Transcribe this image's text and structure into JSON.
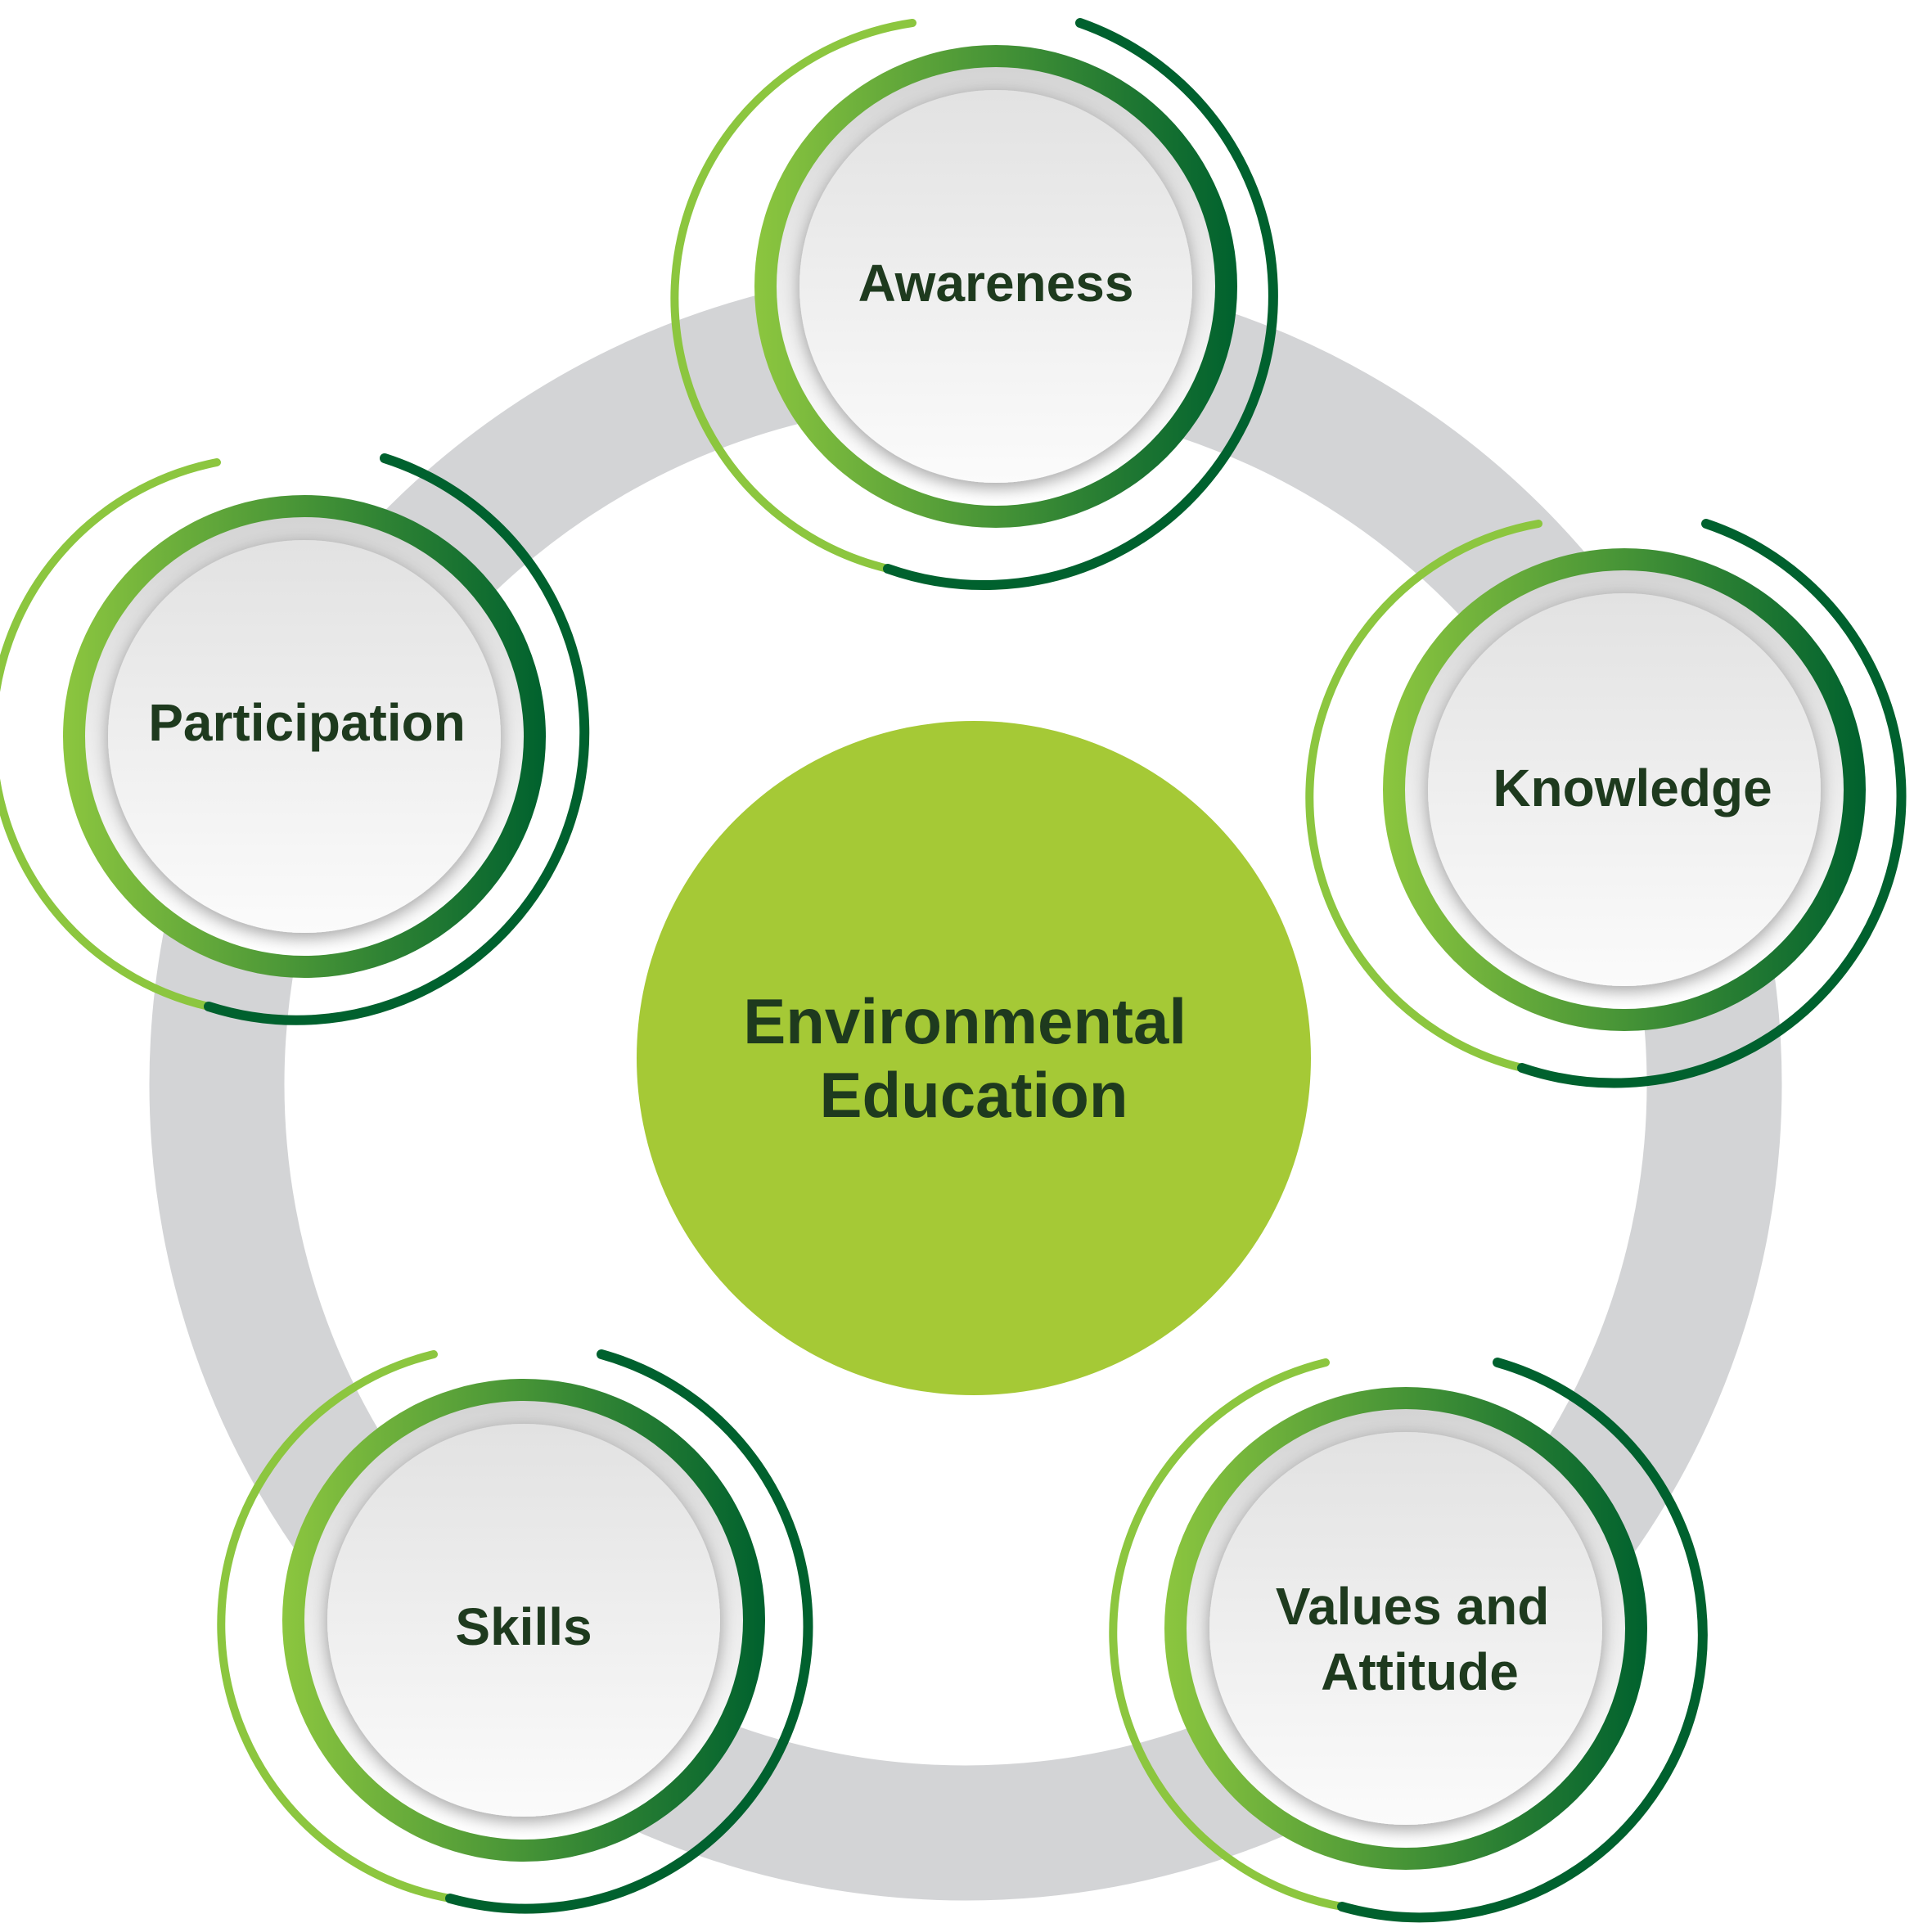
{
  "center": {
    "lines": [
      "Environmental",
      "Education"
    ]
  },
  "nodes": [
    {
      "id": "awareness",
      "lines": [
        "Awareness"
      ]
    },
    {
      "id": "knowledge",
      "lines": [
        "Knowledge"
      ]
    },
    {
      "id": "values-and-attitude",
      "lines": [
        "Values and",
        "Attitude"
      ]
    },
    {
      "id": "skills",
      "lines": [
        "Skills"
      ]
    },
    {
      "id": "participation",
      "lines": [
        "Participation"
      ]
    }
  ],
  "colors": {
    "ring_gray": "#d3d4d6",
    "center_fill": "#a5c936",
    "text_dark": "#1e3a1e",
    "green_light": "#86c440",
    "green_dark": "#00612e",
    "disc_top": "#ffffff",
    "disc_bottom": "#d6d6d6"
  }
}
